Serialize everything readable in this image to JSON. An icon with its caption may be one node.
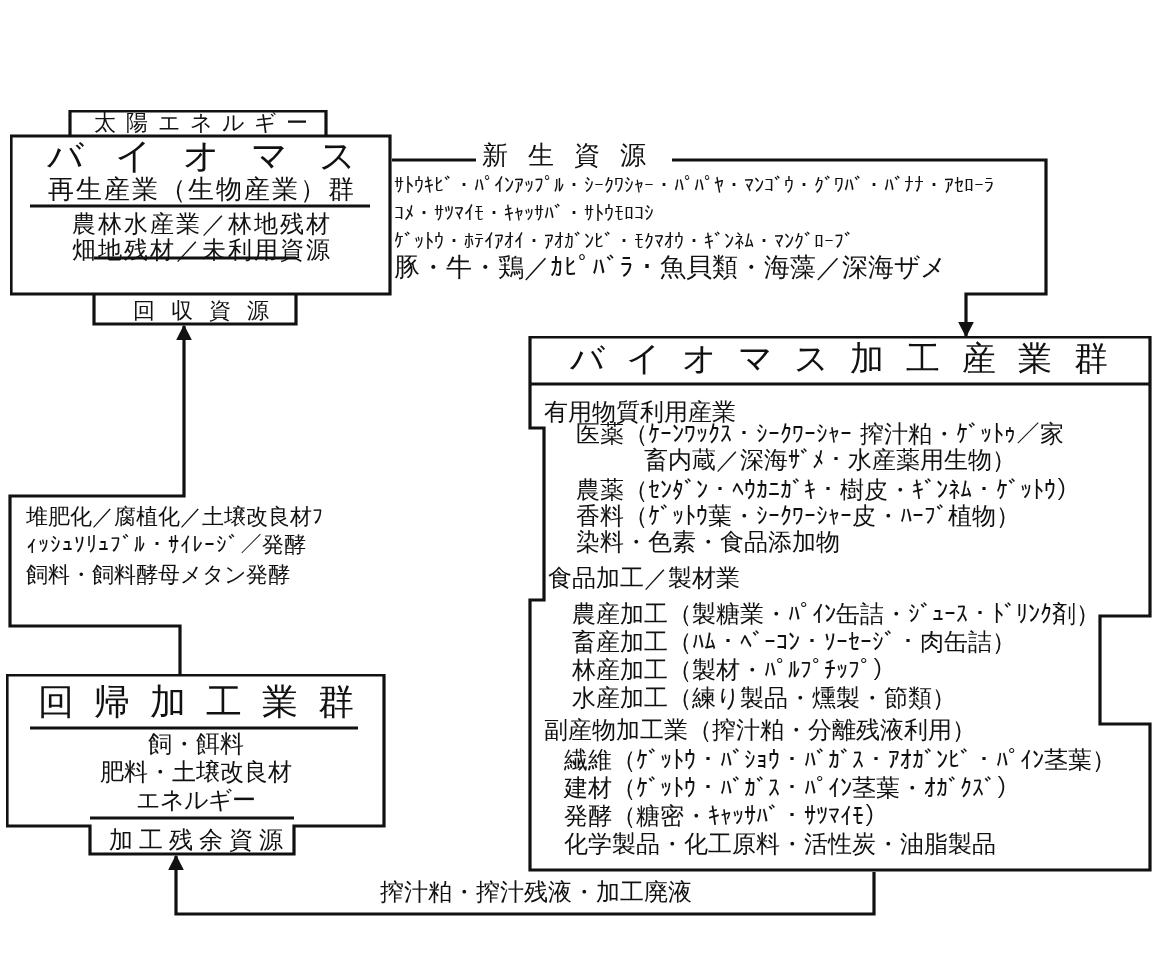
{
  "diagram": {
    "nodes": [
      {
        "text": [
          "太陽エネルギー",
          "バイオマス",
          "再生産業（生物産業）群",
          "農林水産業／林地残材畑地残材／未利用資源",
          "回収資源"
        ]
      },
      {
        "text": [
          "バイオマス加工産業群",
          "有用物質利用産業",
          "医薬（ｹｰﾝﾜｯｸｽ・ｼｰｸﾜｰｼｬｰ 搾汁粕・ｹﾞｯﾄｩ／家畜内蔵／深海ｻﾞﾒ・水産薬用生物）",
          "農薬（ｾﾝﾀﾞﾝ・ﾍｳｶﾆｶﾞｷ・樹皮・ｷﾞﾝﾈﾑ・ｹﾞｯﾄｳ）",
          "香料（ｹﾞｯﾄｳ葉・ｼｰｸﾜｰｼｬｰ皮・ﾊｰﾌﾞ植物）",
          "染料・色素・食品添加物",
          "食品加工／製材業",
          "農産加工（製糖業・ﾊﾟｲﾝ缶詰・ｼﾞｭｰｽ・ﾄﾞﾘﾝｸ剤）",
          "畜産加工（ﾊﾑ・ﾍﾞｰｺﾝ・ｿｰｾｰｼﾞ・肉缶詰）",
          "林産加工（製材・ﾊﾟﾙﾌﾟﾁｯﾌﾟ）",
          "水産加工（練り製品・燻製・節類）",
          "副産物加工業（搾汁粕・分離残液利用）",
          "繊維（ｹﾞｯﾄｳ・ﾊﾞｼｮｳ・ﾊﾞｶﾞｽ・ｱｵｶﾞﾝﾋﾞ・ﾊﾟｲﾝ茎葉）",
          "建材（ｹﾞｯﾄｳ・ﾊﾞｶﾞｽ・ﾊﾟｲﾝ茎葉・ｵｶﾞｸｽﾞ）",
          "発酵（糖密・ｷｬｯｻﾊﾞ・ｻﾂﾏｲﾓ）",
          "化学製品・化工原料・活性炭・油脂製品"
        ]
      },
      {
        "text": [
          "回帰加工業群",
          "飼・餌料",
          "肥料・土壌改良材",
          "エネルギー",
          "加工残余資源"
        ]
      }
    ],
    "edges": [
      {
        "from": 0,
        "to": 1,
        "arrow": "to",
        "label": "新生資源"
      },
      {
        "from": 1,
        "to": 2,
        "arrow": "to",
        "label": "搾汁粕・搾汁残液・加工廃液"
      },
      {
        "from": 2,
        "to": 0,
        "arrow": "to",
        "label": "堆肥化／腐植化／土壌改良材ﾌｨｯｼｭｿﾘｭﾌﾞﾙ・ｻｲﾚｰｼﾞ／発酵飼料・飼料酵母メタン発酵"
      }
    ],
    "labels": [
      "ｻﾄｳｷﾋﾞ・ﾊﾟｲﾝｱｯﾌﾟﾙ・ｼｰｸﾜｼｬｰ・ﾊﾟﾊﾟﾔ・ﾏﾝｺﾞｳ・ｸﾞﾜﾊﾞ・ﾊﾞﾅﾅ・ｱｾﾛｰﾗ",
      "ｺﾒ・ｻﾂﾏｲﾓ・ｷｬｯｻﾊﾞ・ｻﾄｳﾓﾛｺｼ",
      "ｹﾞｯﾄｳ・ﾎﾃｲｱｵｲ・ｱｵｶﾞﾝﾋﾞ・ﾓｸﾏｵｳ・ｷﾞﾝﾈﾑ・ﾏﾝｸﾞﾛｰﾌﾞ",
      "豚・牛・鶏／ｶﾋﾟﾊﾞﾗ・魚貝類・海藻／深海ザメ"
    ]
  }
}
